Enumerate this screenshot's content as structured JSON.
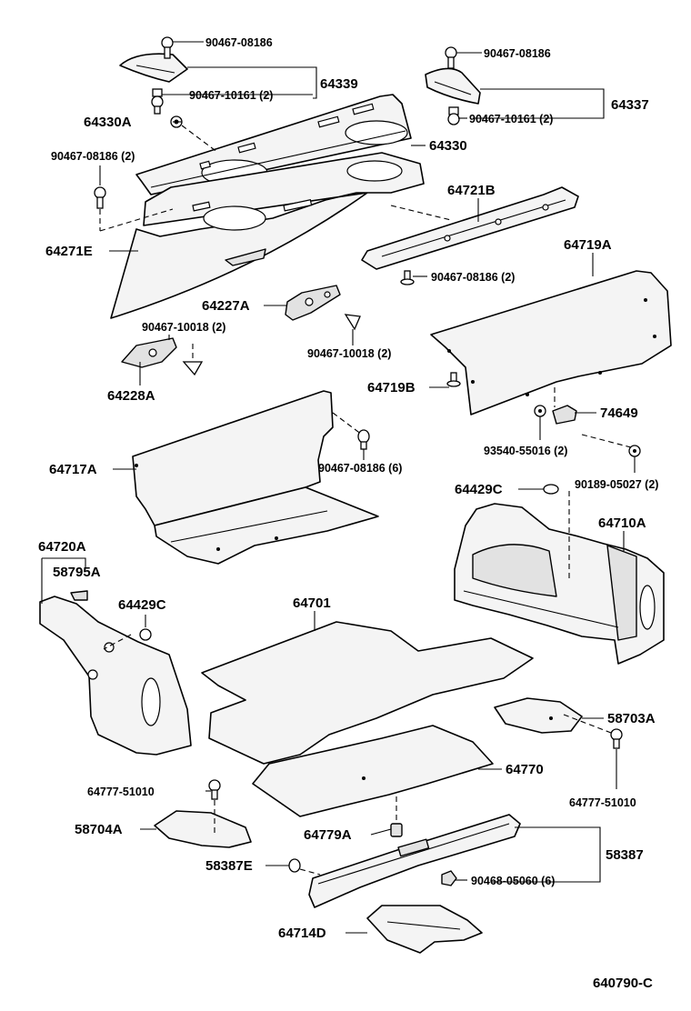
{
  "diagram_code": "640790-C",
  "labels": {
    "l01": "90467-08186",
    "l02": "90467-10161 (2)",
    "l03": "64339",
    "l04": "90467-08186",
    "l05": "64337",
    "l06": "90467-10161 (2)",
    "l07": "64330A",
    "l08": "64330",
    "l09": "90467-08186 (2)",
    "l10": "64721B",
    "l11": "64271E",
    "l12": "90467-08186 (2)",
    "l13": "64719A",
    "l14": "64227A",
    "l15": "90467-10018 (2)",
    "l16": "90467-10018 (2)",
    "l17": "64719B",
    "l18": "74649",
    "l19": "64228A",
    "l20": "93540-55016 (2)",
    "l21": "90189-05027 (2)",
    "l22": "64717A",
    "l23": "90467-08186 (6)",
    "l24": "64429C",
    "l25": "64710A",
    "l26": "64720A",
    "l27": "58795A",
    "l28": "64429C",
    "l29": "64701",
    "l30": "58703A",
    "l31": "64770",
    "l32": "64777-51010",
    "l33": "64777-51010",
    "l34": "58704A",
    "l35": "64779A",
    "l36": "58387",
    "l37": "58387E",
    "l38": "90468-05060 (6)",
    "l39": "64714D"
  }
}
